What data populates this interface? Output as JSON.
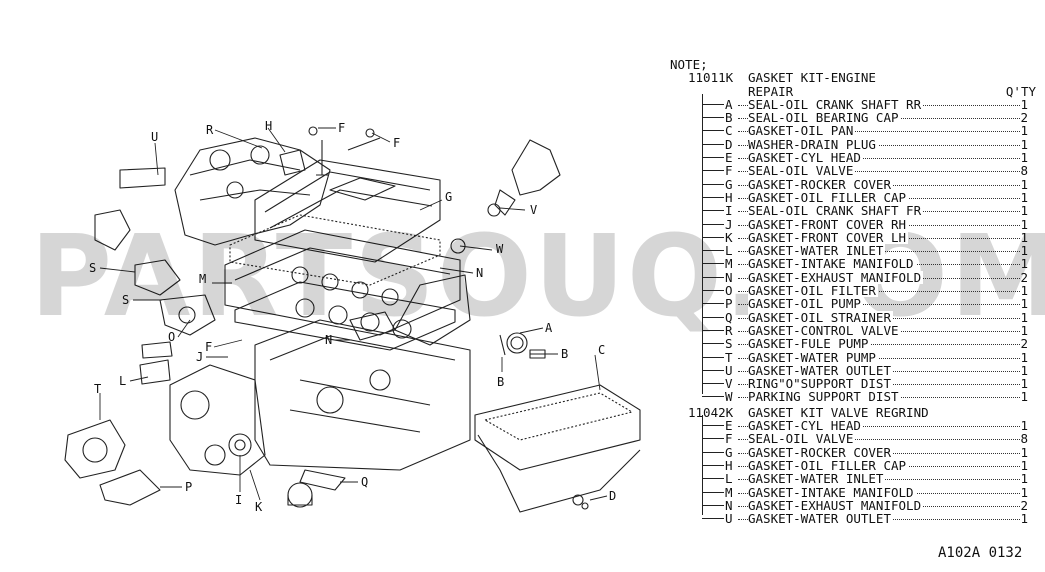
{
  "watermark": "PARTSOUQ.COM",
  "diagram_labels": [
    "U",
    "R",
    "H",
    "F",
    "F",
    "G",
    "V",
    "W",
    "N",
    "S",
    "S",
    "M",
    "O",
    "F",
    "J",
    "N",
    "A",
    "B",
    "B",
    "C",
    "L",
    "T",
    "P",
    "I",
    "K",
    "Q",
    "D"
  ],
  "note": "NOTE;",
  "qty_header": "Q'TY",
  "kits": [
    {
      "number": "11011K",
      "title": "GASKET KIT-ENGINE",
      "subtitle": "REPAIR",
      "items": [
        {
          "letter": "A",
          "desc": "SEAL-OIL CRANK SHAFT RR",
          "qty": "1"
        },
        {
          "letter": "B",
          "desc": "SEAL-OIL BEARING CAP",
          "qty": "2"
        },
        {
          "letter": "C",
          "desc": "GASKET-OIL PAN",
          "qty": "1"
        },
        {
          "letter": "D",
          "desc": "WASHER-DRAIN PLUG",
          "qty": "1"
        },
        {
          "letter": "E",
          "desc": "GASKET-CYL HEAD",
          "qty": "1"
        },
        {
          "letter": "F",
          "desc": "SEAL-OIL VALVE",
          "qty": "8"
        },
        {
          "letter": "G",
          "desc": "GASKET-ROCKER COVER",
          "qty": "1"
        },
        {
          "letter": "H",
          "desc": "GASKET-OIL FILLER CAP",
          "qty": "1"
        },
        {
          "letter": "I",
          "desc": "SEAL-OIL CRANK SHAFT FR",
          "qty": "1"
        },
        {
          "letter": "J",
          "desc": "GASKET-FRONT COVER RH",
          "qty": "1"
        },
        {
          "letter": "K",
          "desc": "GASKET-FRONT COVER LH",
          "qty": "1"
        },
        {
          "letter": "L",
          "desc": "GASKET-WATER INLET",
          "qty": "1"
        },
        {
          "letter": "M",
          "desc": "GASKET-INTAKE MANIFOLD",
          "qty": "1"
        },
        {
          "letter": "N",
          "desc": "GASKET-EXHAUST MANIFOLD",
          "qty": "2"
        },
        {
          "letter": "O",
          "desc": "GASKET-OIL FILTER",
          "qty": "1"
        },
        {
          "letter": "P",
          "desc": "GASKET-OIL PUMP",
          "qty": "1"
        },
        {
          "letter": "Q",
          "desc": "GASKET-OIL STRAINER",
          "qty": "1"
        },
        {
          "letter": "R",
          "desc": "GASKET-CONTROL VALVE",
          "qty": "1"
        },
        {
          "letter": "S",
          "desc": "GASKET-FULE PUMP",
          "qty": "2"
        },
        {
          "letter": "T",
          "desc": "GASKET-WATER PUMP",
          "qty": "1"
        },
        {
          "letter": "U",
          "desc": "GASKET-WATER OUTLET",
          "qty": "1"
        },
        {
          "letter": "V",
          "desc": "RING\"O\"SUPPORT DIST",
          "qty": "1"
        },
        {
          "letter": "W",
          "desc": "PARKING SUPPORT DIST",
          "qty": "1"
        }
      ]
    },
    {
      "number": "11042K",
      "title": "GASKET KIT VALVE REGRIND",
      "subtitle": "",
      "items": [
        {
          "letter": "E",
          "desc": "GASKET-CYL HEAD",
          "qty": "1"
        },
        {
          "letter": "F",
          "desc": "SEAL-OIL VALVE",
          "qty": "8"
        },
        {
          "letter": "G",
          "desc": "GASKET-ROCKER COVER",
          "qty": "1"
        },
        {
          "letter": "H",
          "desc": "GASKET-OIL FILLER CAP",
          "qty": "1"
        },
        {
          "letter": "L",
          "desc": "GASKET-WATER INLET",
          "qty": "1"
        },
        {
          "letter": "M",
          "desc": "GASKET-INTAKE MANIFOLD",
          "qty": "1"
        },
        {
          "letter": "N",
          "desc": "GASKET-EXHAUST MANIFOLD",
          "qty": "2"
        },
        {
          "letter": "U",
          "desc": "GASKET-WATER OUTLET",
          "qty": "1"
        }
      ]
    }
  ],
  "diagram_code": "A102A 0132"
}
